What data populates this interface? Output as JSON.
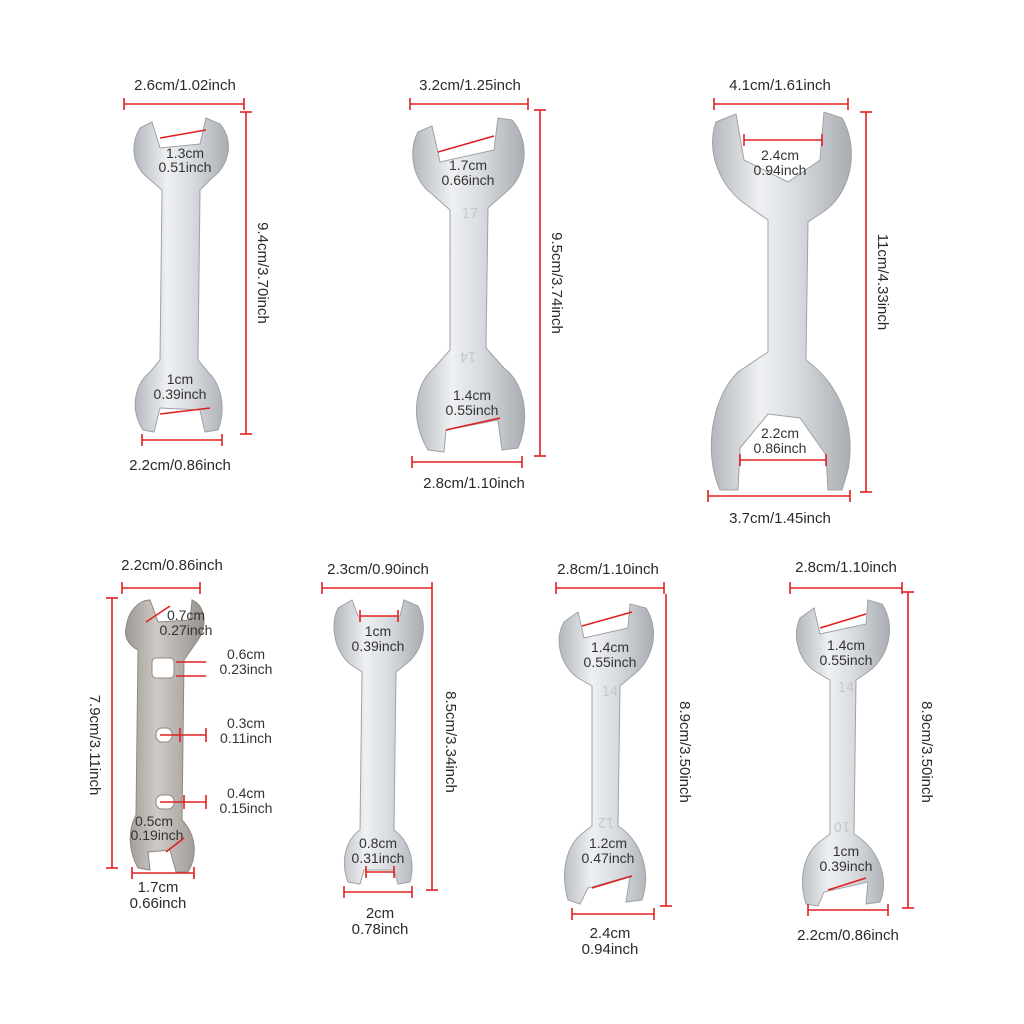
{
  "colors": {
    "dimension_line": "#e02020",
    "steel_light": "#e6e8eb",
    "steel_dark": "#b3b7bc",
    "steel_grey_light": "#c6c2bf",
    "steel_grey_dark": "#9d9894",
    "text": "#2a2a2a",
    "background": "#ffffff"
  },
  "wrenches": [
    {
      "width_top": "2.6cm/1.02inch",
      "length": "9.4cm/3.70inch",
      "width_bottom": "2.2cm/0.86inch",
      "jaw_top": [
        "1.3cm",
        "0.51inch"
      ],
      "jaw_bottom": [
        "1cm",
        "0.39inch"
      ]
    },
    {
      "width_top": "3.2cm/1.25inch",
      "length": "9.5cm/3.74inch",
      "width_bottom": "2.8cm/1.10inch",
      "jaw_top": [
        "1.7cm",
        "0.66inch"
      ],
      "jaw_bottom": [
        "1.4cm",
        "0.55inch"
      ],
      "stamp_top": "17",
      "stamp_bottom": "14"
    },
    {
      "width_top": "4.1cm/1.61inch",
      "length": "11cm/4.33inch",
      "width_bottom": "3.7cm/1.45inch",
      "jaw_top": [
        "2.4cm",
        "0.94inch"
      ],
      "jaw_bottom": [
        "2.2cm",
        "0.86inch"
      ]
    },
    {
      "width_top": "2.2cm/0.86inch",
      "length": "7.9cm/3.11inch",
      "width_bottom": [
        "1.7cm",
        "0.66inch"
      ],
      "jaw_top": [
        "0.7cm",
        "0.27inch"
      ],
      "hole_1": [
        "0.6cm",
        "0.23inch"
      ],
      "hole_2": [
        "0.3cm",
        "0.11inch"
      ],
      "hole_3": [
        "0.4cm",
        "0.15inch"
      ],
      "jaw_bottom": [
        "0.5cm",
        "0.19inch"
      ]
    },
    {
      "width_top": "2.3cm/0.90inch",
      "length": "8.5cm/3.34inch",
      "width_bottom": [
        "2cm",
        "0.78inch"
      ],
      "jaw_top": [
        "1cm",
        "0.39inch"
      ],
      "jaw_bottom": [
        "0.8cm",
        "0.31inch"
      ]
    },
    {
      "width_top": "2.8cm/1.10inch",
      "length": "8.9cm/3.50inch",
      "width_bottom": [
        "2.4cm",
        "0.94inch"
      ],
      "jaw_top": [
        "1.4cm",
        "0.55inch"
      ],
      "jaw_bottom": [
        "1.2cm",
        "0.47inch"
      ],
      "stamp_top": "14",
      "stamp_bottom": "12"
    },
    {
      "width_top": "2.8cm/1.10inch",
      "length": "8.9cm/3.50inch",
      "width_bottom": "2.2cm/0.86inch",
      "jaw_top": [
        "1.4cm",
        "0.55inch"
      ],
      "jaw_bottom": [
        "1cm",
        "0.39inch"
      ],
      "stamp_top": "14",
      "stamp_bottom": "10"
    }
  ]
}
